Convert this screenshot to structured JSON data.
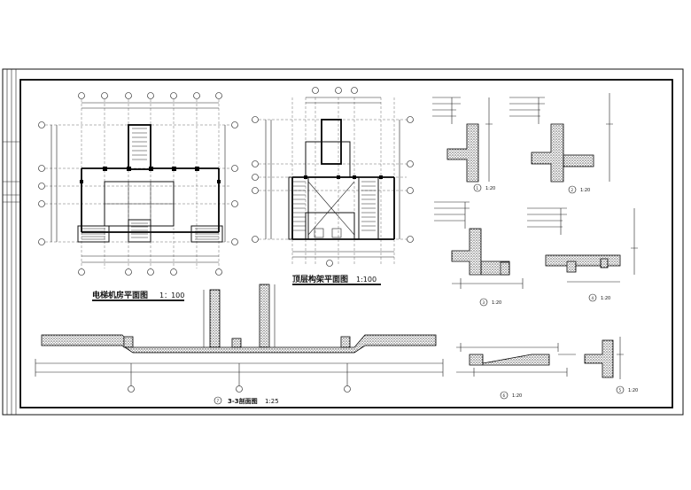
{
  "drawings": {
    "elevator_plan": {
      "title": "电梯机房平面图",
      "scale": "1：100"
    },
    "roof_plan": {
      "title": "顶层构架平面图",
      "scale": "1:100"
    },
    "section_33": {
      "title": "3-3剖面图",
      "scale": "1:25",
      "marker": "7"
    }
  },
  "details": [
    {
      "id": "1",
      "scale": "1:20"
    },
    {
      "id": "2",
      "scale": "1:20"
    },
    {
      "id": "3",
      "scale": "1:20"
    },
    {
      "id": "4",
      "scale": "1:20"
    },
    {
      "id": "5",
      "scale": "1:20"
    },
    {
      "id": "6",
      "scale": "1:20"
    }
  ],
  "colors": {
    "line": "#111111",
    "paper": "#ffffff"
  }
}
